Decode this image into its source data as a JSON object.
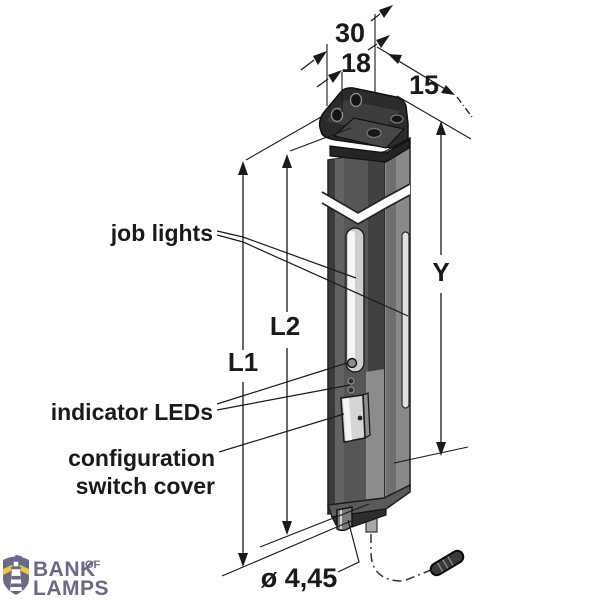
{
  "drawing": {
    "callouts": {
      "job_lights": "job lights",
      "indicator_leds": "indicator LEDs",
      "config_switch_line1": "configuration",
      "config_switch_line2": "switch cover"
    },
    "dimensions": {
      "bracket_width_outer_mm": "30",
      "bracket_hole_spacing_mm": "18",
      "bracket_depth_mm": "15",
      "overall_length": "L1",
      "housing_length": "L2",
      "sensing_range": "Y",
      "cable_diameter": "ø 4,45"
    }
  },
  "watermark": {
    "brand_word1": "BANK",
    "brand_word_of": "OF",
    "brand_word2": "LAMPS"
  },
  "colors": {
    "line": "#1a1a1a",
    "body_front": "#4f4f4f",
    "body_side": "#8a8a8a",
    "window_light": "#f2f2f2",
    "logo_purple": "#6a6987",
    "logo_yellow": "#f1c63c",
    "background": "#ffffff"
  }
}
